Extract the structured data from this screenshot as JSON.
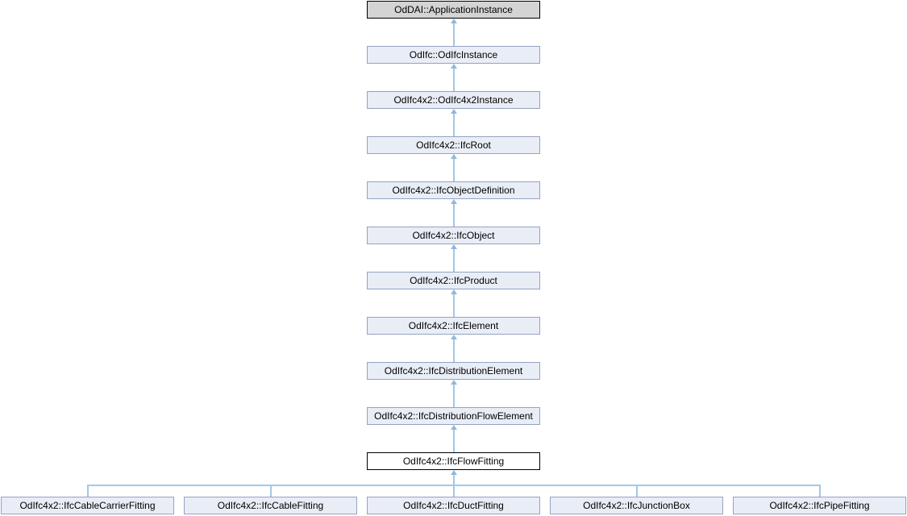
{
  "diagram": {
    "chain": [
      "OdDAI::ApplicationInstance",
      "OdIfc::OdIfcInstance",
      "OdIfc4x2::OdIfc4x2Instance",
      "OdIfc4x2::IfcRoot",
      "OdIfc4x2::IfcObjectDefinition",
      "OdIfc4x2::IfcObject",
      "OdIfc4x2::IfcProduct",
      "OdIfc4x2::IfcElement",
      "OdIfc4x2::IfcDistributionElement",
      "OdIfc4x2::IfcDistributionFlowElement",
      "OdIfc4x2::IfcFlowFitting"
    ],
    "children": [
      "OdIfc4x2::IfcCableCarrierFitting",
      "OdIfc4x2::IfcCableFitting",
      "OdIfc4x2::IfcDuctFitting",
      "OdIfc4x2::IfcJunctionBox",
      "OdIfc4x2::IfcPipeFitting"
    ],
    "colors": {
      "node_fill": "#e9edf6",
      "node_border": "#95a2c4",
      "root_fill": "#d4d4d4",
      "current_fill": "#ffffff",
      "black_border": "#000000",
      "edge_line": "#a2c8e6",
      "edge_arrowhead": "#8fb9dc",
      "text": "#000000"
    }
  }
}
